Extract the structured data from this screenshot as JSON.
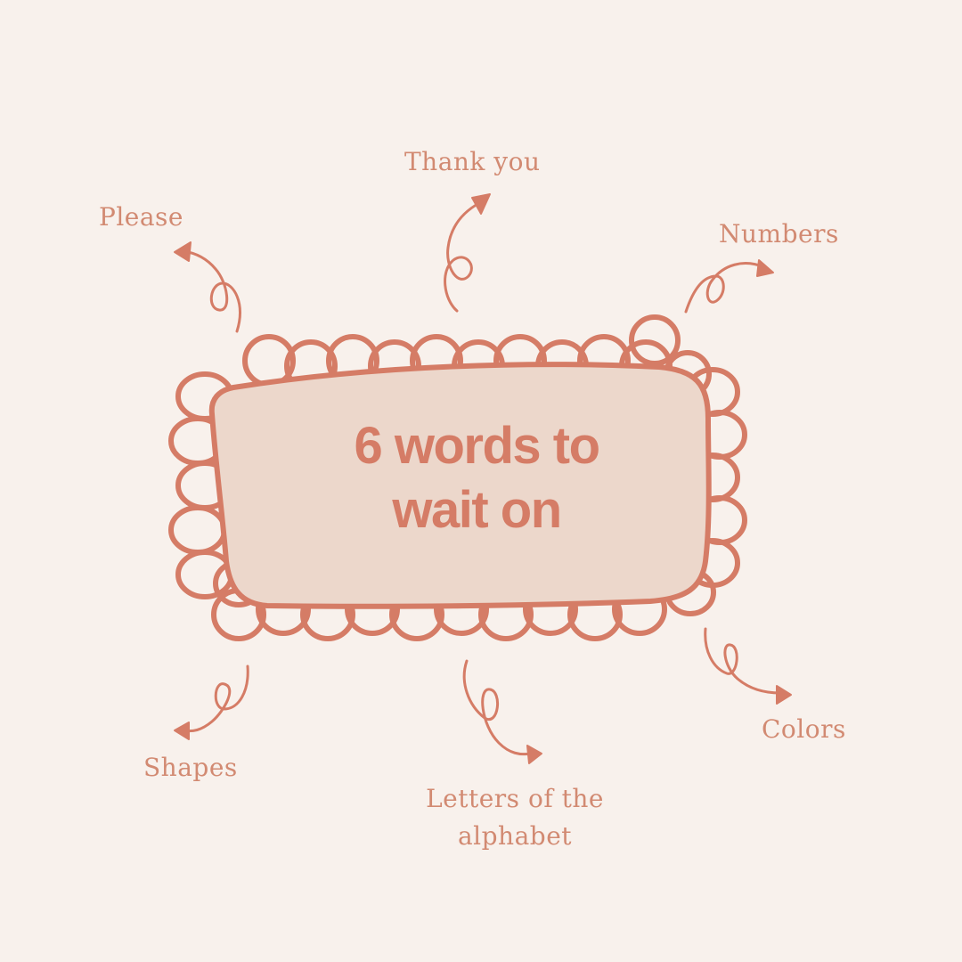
{
  "title": {
    "line1": "6 words to",
    "line2": "wait on"
  },
  "words": {
    "please": "Please",
    "thank_you": "Thank you",
    "numbers": "Numbers",
    "shapes": "Shapes",
    "letters_line1": "Letters of the",
    "letters_line2": "alphabet",
    "colors": "Colors"
  },
  "colors": {
    "background": "#f8f1ec",
    "accent": "#d57c66",
    "panel_fill": "#ecd7cb",
    "text": "#d28a72"
  }
}
